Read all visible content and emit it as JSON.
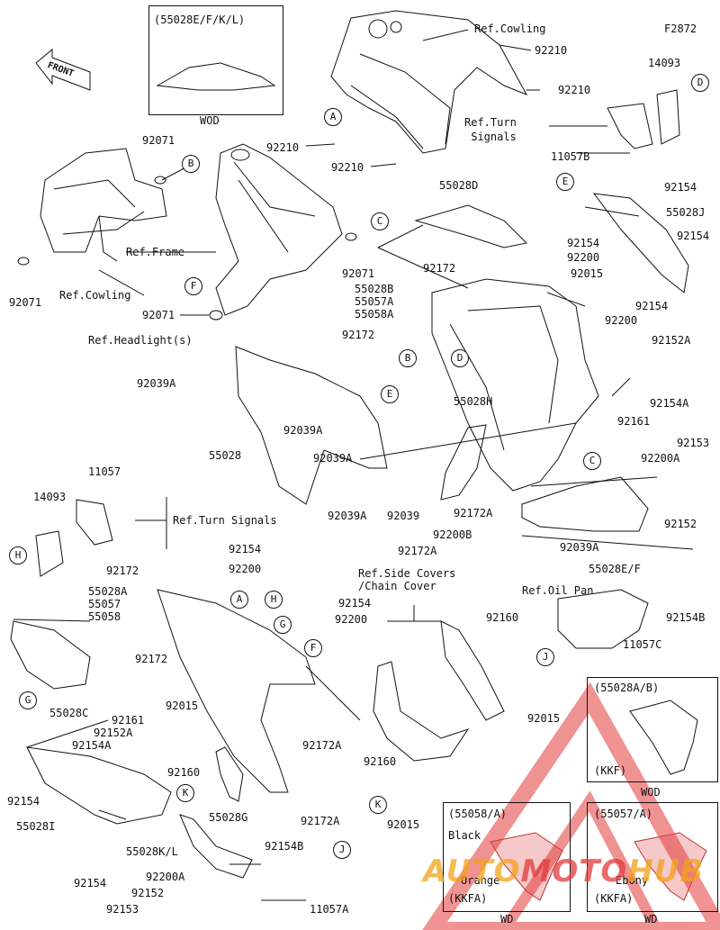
{
  "diagram_code": "F2872",
  "front_label": "FRONT",
  "insets": {
    "top_left": {
      "title": "(55028E/F/K/L)",
      "note": "WOD"
    },
    "kkf": {
      "title": "(55028A/B)",
      "sub": "(KKF)",
      "note": "WOD"
    },
    "black": {
      "title": "(55058/A)",
      "color1": "Black",
      "color2": "Orange",
      "model": "(KKFA)",
      "note": "WD"
    },
    "ebony": {
      "title": "(55057/A)",
      "color1": "Ebony",
      "model": "(KKFA)",
      "note": "WD"
    }
  },
  "circles": [
    "A",
    "B",
    "C",
    "D",
    "E",
    "F",
    "G",
    "H",
    "J",
    "K"
  ],
  "labels": {
    "ref_cowling_top": "Ref.Cowling",
    "p92210_a": "92210",
    "p92210_b": "92210",
    "p92210_c": "92210",
    "p92210_d": "92210",
    "p14093_top": "14093",
    "ref_turn_signals_top": "Ref.Turn\nSignals",
    "p11057B": "11057B",
    "p92071_a": "92071",
    "p92071_b": "92071",
    "p92071_c": "92071",
    "p92071_d": "92071",
    "ref_frame": "Ref.Frame",
    "ref_cowling_left": "Ref.Cowling",
    "p55028D": "55028D",
    "p92154_a": "92154",
    "p55028J": "55028J",
    "p92154_b": "92154",
    "p92154_c": "92154",
    "p92200_a": "92200",
    "p92172_a": "92172",
    "p92015_a": "92015",
    "p55028B_group": "55028B\n55057A\n55058A",
    "p92154_d": "92154",
    "p92200_b": "92200",
    "p92172_b": "92172",
    "ref_headlight": "Ref.Headlight(s)",
    "p92152A_a": "92152A",
    "p92039A_a": "92039A",
    "p92154A_a": "92154A",
    "p92039A_b": "92039A",
    "p55028H": "55028H",
    "p92161_a": "92161",
    "p55028": "55028",
    "p92039A_c": "92039A",
    "p92153_a": "92153",
    "p11057": "11057",
    "p92200A_a": "92200A",
    "p14093_left": "14093",
    "ref_turn_signals_left": "Ref.Turn Signals",
    "p92039A_d": "92039A",
    "p92039": "92039",
    "p92172A_a": "92172A",
    "p92152_a": "92152",
    "p92200B": "92200B",
    "p92172A_b": "92172A",
    "p92039A_e": "92039A",
    "p55028EF": "55028E/F",
    "p92154_e": "92154",
    "p92172_c": "92172",
    "p92200_c": "92200",
    "ref_side_covers": "Ref.Side Covers\n/Chain Cover",
    "ref_oil_pan": "Ref.Oil Pan",
    "p55028A_group": "55028A\n55057\n55058",
    "p92154_f": "92154",
    "p92200_d": "92200",
    "p92154B_a": "92154B",
    "p11057C": "11057C",
    "p92160_a": "92160",
    "p92172_d": "92172",
    "p55028C": "55028C",
    "p92015_b": "92015",
    "p92015_c": "92015",
    "p92161_b": "92161",
    "p92152A_b": "92152A",
    "p92154A_b": "92154A",
    "p92160_b": "92160",
    "p92160_c": "92160",
    "p92172A_c": "92172A",
    "p92154_g": "92154",
    "p55028I": "55028I",
    "p55028G": "55028G",
    "p92172A_d": "92172A",
    "p92015_d": "92015",
    "p55028KL": "55028K/L",
    "p92154_h": "92154",
    "p92154B_b": "92154B",
    "p92200A_b": "92200A",
    "p92152_b": "92152",
    "p92153_b": "92153",
    "p11057A": "11057A"
  },
  "watermark": {
    "part1": "AUTO",
    "part2": "MOTO",
    "part3": "HUB",
    "color1": "#f2a21a",
    "color2": "#e23a3a"
  }
}
